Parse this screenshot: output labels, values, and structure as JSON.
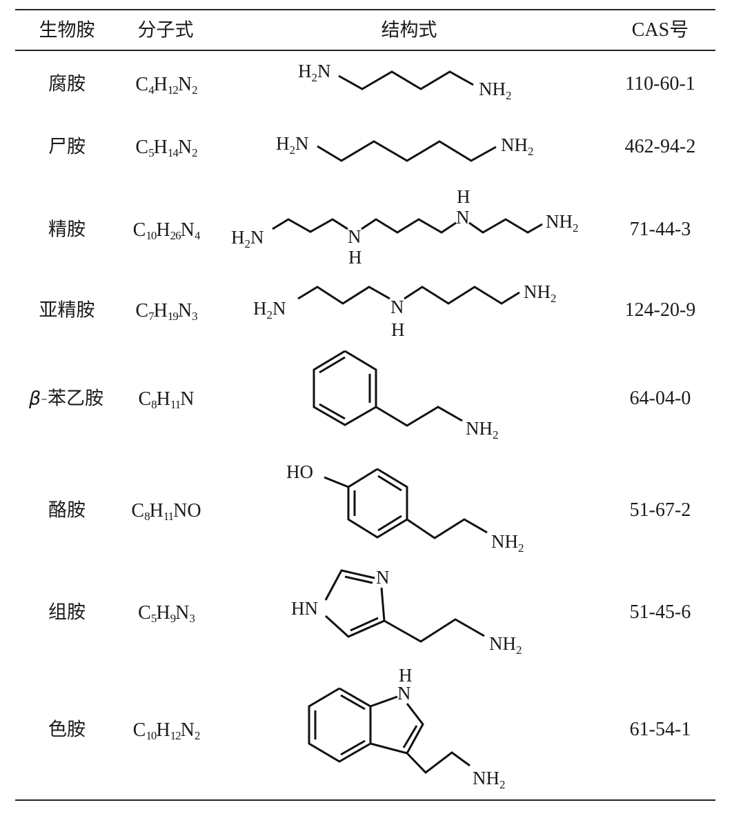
{
  "header": {
    "name": "生物胺",
    "formula": "分子式",
    "structure": "结构式",
    "cas": "CAS号"
  },
  "rows": [
    {
      "name": "腐胺",
      "formula": "C4H12N2",
      "cas": "110-60-1",
      "labels": [
        "H2N",
        "NH2"
      ]
    },
    {
      "name": "尸胺",
      "formula": "C5H14N2",
      "cas": "462-94-2",
      "labels": [
        "H2N",
        "NH2"
      ]
    },
    {
      "name": "精胺",
      "formula": "C10H26N4",
      "cas": "71-44-3",
      "labels": [
        "H2N",
        "N",
        "H",
        "N",
        "H",
        "NH2"
      ]
    },
    {
      "name": "亚精胺",
      "formula": "C7H19N3",
      "cas": "124-20-9",
      "labels": [
        "H2N",
        "N",
        "H",
        "NH2"
      ]
    },
    {
      "name_prefix": "β",
      "name": "-苯乙胺",
      "formula": "C8H11N",
      "cas": "64-04-0",
      "labels": [
        "NH2"
      ]
    },
    {
      "name": "酪胺",
      "formula": "C8H11NO",
      "cas": "51-67-2",
      "labels": [
        "HO",
        "NH2"
      ]
    },
    {
      "name": "组胺",
      "formula": "C5H9N3",
      "cas": "51-45-6",
      "labels": [
        "HN",
        "N",
        "NH2"
      ]
    },
    {
      "name": "色胺",
      "formula": "C10H12N2",
      "cas": "61-54-1",
      "labels": [
        "H",
        "N",
        "NH2"
      ]
    }
  ]
}
